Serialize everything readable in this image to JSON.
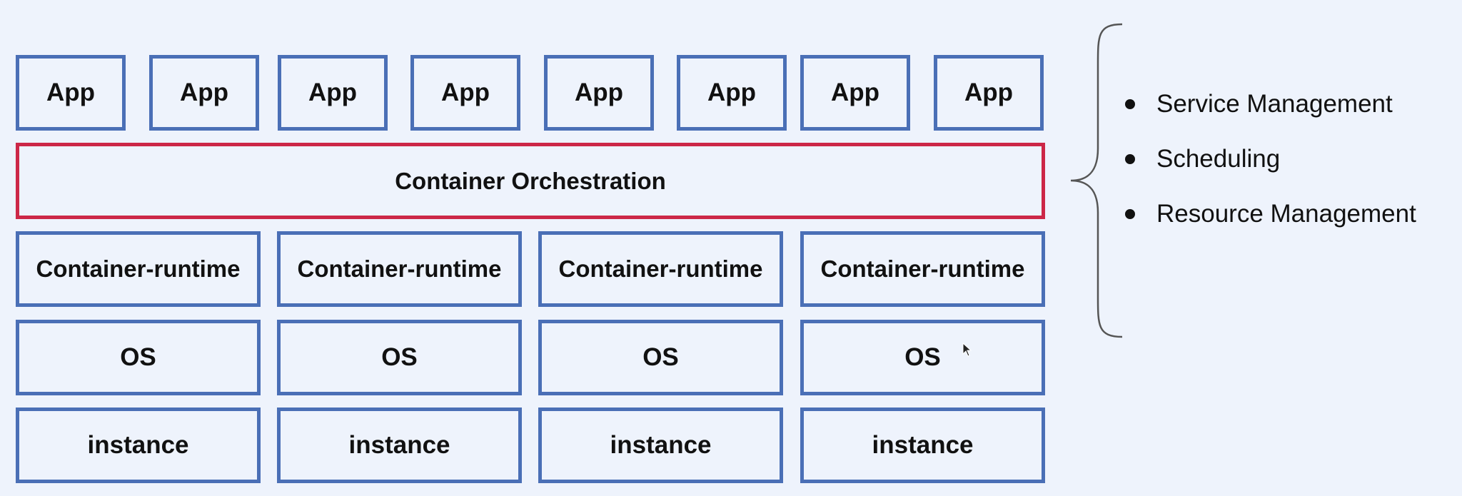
{
  "apps": [
    {
      "label": "App"
    },
    {
      "label": "App"
    },
    {
      "label": "App"
    },
    {
      "label": "App"
    },
    {
      "label": "App"
    },
    {
      "label": "App"
    },
    {
      "label": "App"
    },
    {
      "label": "App"
    }
  ],
  "orchestration": {
    "label": "Container Orchestration"
  },
  "nodes": [
    {
      "runtime": "Container-runtime",
      "os": "OS",
      "instance": "instance"
    },
    {
      "runtime": "Container-runtime",
      "os": "OS",
      "instance": "instance"
    },
    {
      "runtime": "Container-runtime",
      "os": "OS",
      "instance": "instance"
    },
    {
      "runtime": "Container-runtime",
      "os": "OS",
      "instance": "instance"
    }
  ],
  "features": [
    "Service Management",
    "Scheduling",
    "Resource Management"
  ],
  "colors": {
    "background": "#eef3fc",
    "box_border": "#4a6fb6",
    "orchestration_border": "#cc2747",
    "text": "#111111"
  }
}
